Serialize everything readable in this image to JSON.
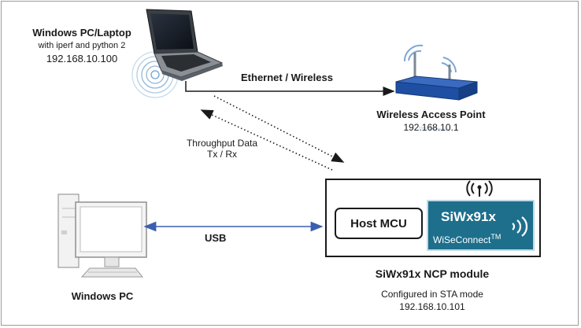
{
  "laptop": {
    "title": "Windows PC/Laptop",
    "subtitle": "with iperf and python 2",
    "ip": "192.168.10.100"
  },
  "link_label": "Ethernet / Wireless",
  "access_point": {
    "title": "Wireless Access Point",
    "ip": "192.168.10.1"
  },
  "throughput": {
    "line1": "Throughput Data",
    "line2": "Tx / Rx"
  },
  "usb_label": "USB",
  "desktop": {
    "title": "Windows PC"
  },
  "module": {
    "host_mcu": "Host MCU",
    "chip_name": "SiWx91x",
    "chip_sub": "WiSeConnect",
    "chip_tm": "TM",
    "title": "SiWx91x NCP module",
    "mode": "Configured in STA mode",
    "ip": "192.168.10.101"
  },
  "colors": {
    "usb_line": "#3b5fb0",
    "chip_bg": "#1d6f8c",
    "router_body": "#1f4fa3"
  },
  "icons": [
    "laptop-icon",
    "wifi-signal-icon",
    "router-icon",
    "desktop-pc-icon",
    "antenna-icon",
    "wireless-waves-icon"
  ]
}
